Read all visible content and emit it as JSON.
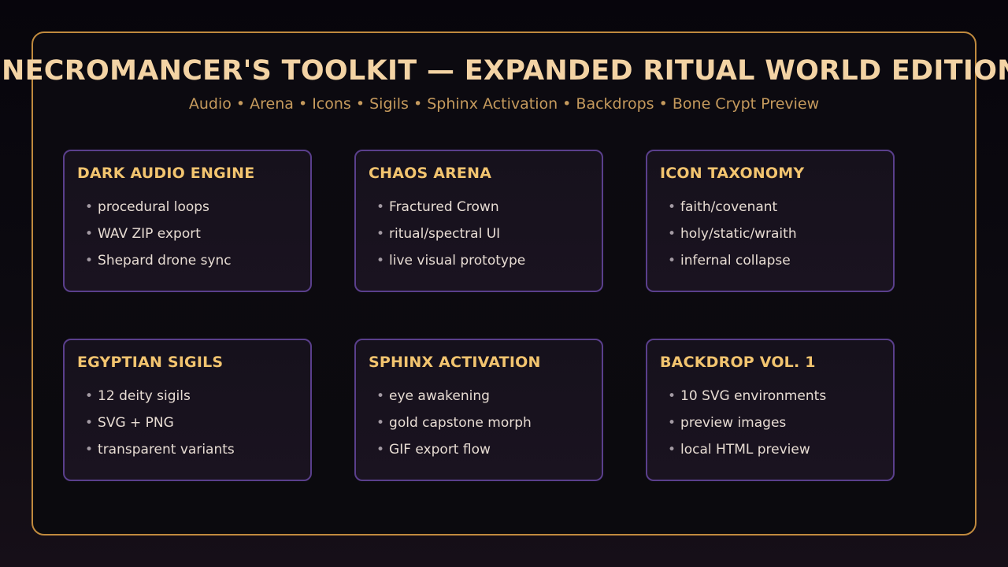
{
  "header": {
    "title": "NECROMANCER'S TOOLKIT — EXPANDED RITUAL WORLD EDITION",
    "subtitle": "Audio • Arena • Icons • Sigils • Sphinx Activation • Backdrops • Bone Crypt Preview"
  },
  "cards": [
    {
      "title": "DARK AUDIO ENGINE",
      "items": [
        "procedural loops",
        "WAV ZIP export",
        "Shepard drone sync"
      ]
    },
    {
      "title": "CHAOS ARENA",
      "items": [
        "Fractured Crown",
        "ritual/spectral UI",
        "live visual prototype"
      ]
    },
    {
      "title": "ICON TAXONOMY",
      "items": [
        "faith/covenant",
        "holy/static/wraith",
        "infernal collapse"
      ]
    },
    {
      "title": "EGYPTIAN SIGILS",
      "items": [
        "12 deity sigils",
        "SVG + PNG",
        "transparent variants"
      ]
    },
    {
      "title": "SPHINX ACTIVATION",
      "items": [
        "eye awakening",
        "gold capstone morph",
        "GIF export flow"
      ]
    },
    {
      "title": "BACKDROP VOL. 1",
      "items": [
        "10 SVG environments",
        "preview images",
        "local HTML preview"
      ]
    }
  ],
  "bullet_glyph": "•",
  "colors": {
    "frame_border": "#c08a3e",
    "title": "#f3d3a4",
    "subtitle": "#c59a5d",
    "card_border": "#5a3f8c",
    "card_title": "#f2c46f",
    "card_text": "#e7dcd3"
  }
}
